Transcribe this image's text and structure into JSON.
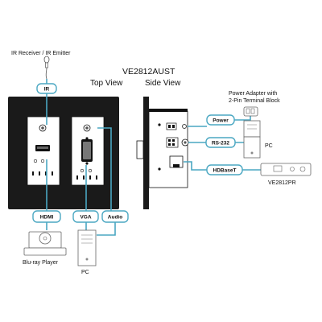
{
  "labels": {
    "ir_device": "IR Receiver / IR Emitter",
    "model": "VE2812AUST",
    "top_view": "Top View",
    "side_view": "Side View",
    "power_adapter": "Power Adapter with\n2-Pin Terminal Block",
    "pc_right": "PC",
    "receiver_model": "VE2812PR",
    "bluray": "Blu-ray Player",
    "pc_bottom": "PC"
  },
  "tags": {
    "ir": "IR",
    "hdmi": "HDMI",
    "vga": "VGA",
    "audio": "Audio",
    "power": "Power",
    "rs232": "RS-232",
    "hdbaset": "HDBaseT"
  },
  "colors": {
    "cable": "#4aa7c2",
    "plate": "#1a1a1a"
  },
  "icons": [
    "ir-sensor-icon",
    "bluray-player-icon",
    "pc-tower-icon",
    "power-adapter-icon",
    "receiver-box-icon"
  ]
}
